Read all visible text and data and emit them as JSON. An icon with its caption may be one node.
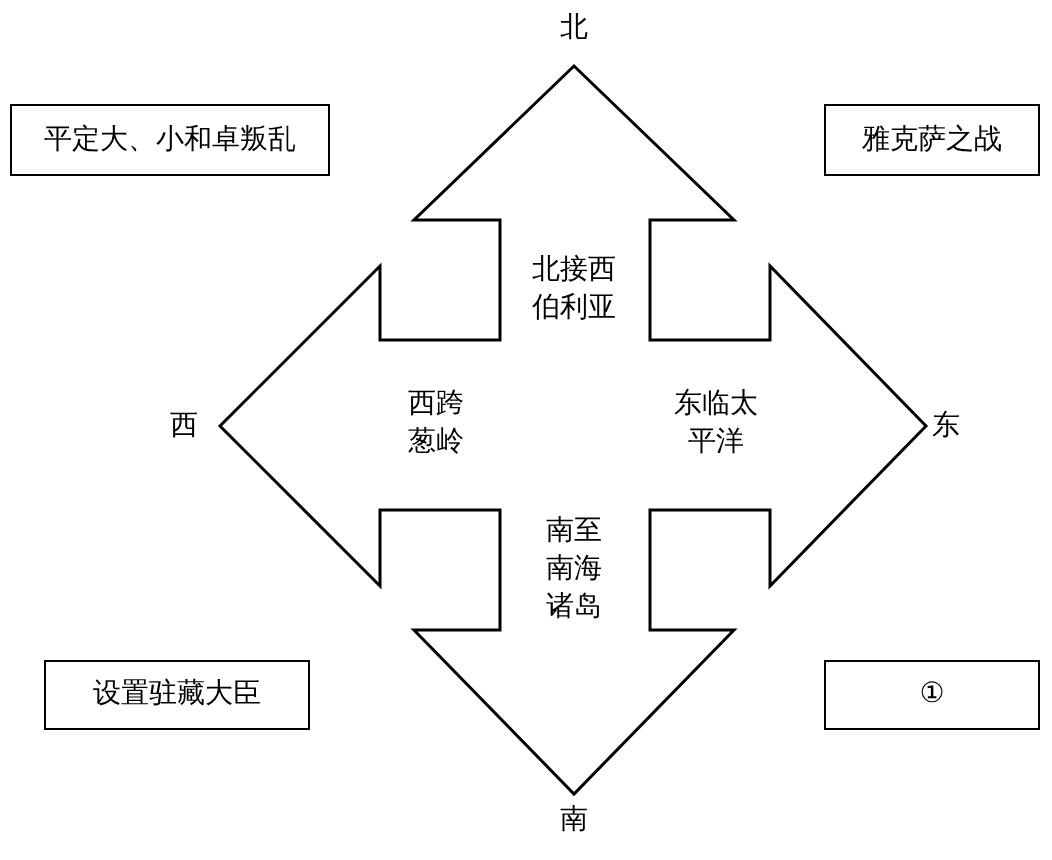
{
  "diagram": {
    "nodes": [
      {
        "text": [
          "平定大、小和卓叛乱"
        ]
      },
      {
        "text": [
          "雅克萨之战"
        ]
      },
      {
        "text": [
          "北接西伯利亚",
          "西跨葱岭",
          "东临太平洋",
          "南至南海诸岛"
        ]
      },
      {
        "text": [
          "设置驻藏大臣"
        ]
      },
      {
        "text": [
          "①"
        ]
      }
    ],
    "labels": [
      "北",
      "西",
      "东",
      "南"
    ]
  }
}
